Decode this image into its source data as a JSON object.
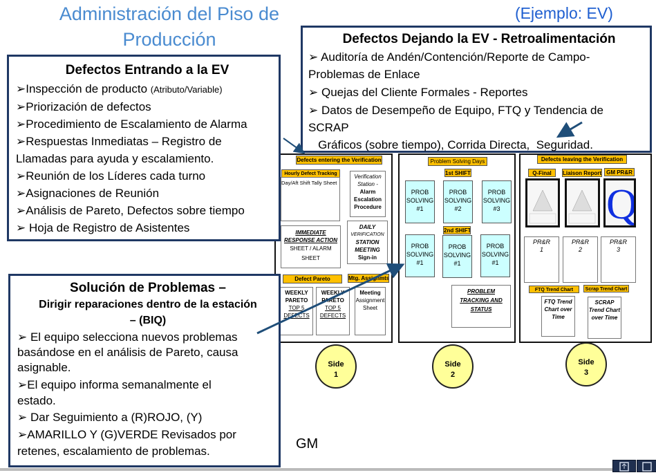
{
  "title_line1": "Administración del Piso de",
  "title_line2": "Producción",
  "example": "(Ejemplo: EV)",
  "leaving_box": {
    "heading": "Defectos Dejando la EV - Retroalimentación",
    "lines": [
      "➢ Auditoría de Andén/Contención/Reporte de Campo-",
      "Problemas de Enlace",
      "➢ Quejas del Cliente Formales - Reportes",
      "➢ Datos de Desempeño de Equipo, FTQ y Tendencia de",
      "SCRAP",
      "   Gráficos (sobre tiempo), Corrida Directa,  Seguridad."
    ]
  },
  "entering_box": {
    "heading": "Defectos Entrando a la EV",
    "line0a": "➢Inspección de producto ",
    "line0b": "(Atributo/Variable)",
    "lines": [
      "➢Priorización de defectos",
      "➢Procedimiento de Escalamiento de Alarma",
      "➢Respuestas Inmediatas – Registro de",
      "Llamadas para ayuda y escalamiento.",
      "➢Reunión de los Líderes cada turno",
      "➢Asignaciones de Reunión",
      "➢Análisis de Pareto,  Defectos sobre tiempo",
      "➢ Hoja de Registro de Asistentes"
    ]
  },
  "problem_box": {
    "heading1": "Solución de Problemas –",
    "heading2": "Dirigir reparaciones dentro de la estación",
    "heading3": "– (BIQ)",
    "lines": [
      "➢ El equipo selecciona nuevos problemas",
      "basándose en el análisis de Pareto, causa",
      "asignable.",
      "➢El equipo informa semanalmente  el",
      "estado.",
      "➢ Dar Seguimiento a (R)ROJO, (Y)",
      "➢AMARILLO Y (G)VERDE Revisados  por",
      "retenes, escalamiento de problemas."
    ]
  },
  "side1": {
    "header": "Defects entering the Verification",
    "hourly": "Hourly Defect Tracking",
    "tally": "Day/Aft Shift Tally Sheet",
    "ver1": "Verification",
    "ver2": "Station -",
    "ver3": "Alarm",
    "ver4": "Escalation",
    "ver5": "Procedure",
    "imm1": "IMMEDIATE",
    "imm2": "RESPONSE ACTION",
    "imm3": "SHEET / ALARM",
    "imm4": "SHEET",
    "daily1": "DAILY",
    "daily2": "VERIFICATION",
    "daily3": "STATION",
    "daily4": "MEETING",
    "daily5": "Sign-in",
    "pareto": "Defect Pareto",
    "mtg": "Mtg. Assignmts.",
    "weekly1": "WEEKLY",
    "weekly2": "PARETO",
    "weekly3": "TOP 5",
    "weekly4": "DEFECTS",
    "meet1": "Meeting",
    "meet2": "Assignment",
    "meet3": "Sheet",
    "circle1": "Side",
    "circle2": "1"
  },
  "side2": {
    "header": "Problem Solving Days",
    "shift1": "1st SHIFT",
    "shift2": "2nd SHIFT",
    "row1": [
      "#1",
      "#2",
      "#3"
    ],
    "row2": [
      "#1",
      "#1",
      "#1"
    ],
    "prob": "PROB",
    "solving": "SOLVING",
    "track1": "PROBLEM",
    "track2": "TRACKING AND",
    "track3": "STATUS",
    "circle1": "Side",
    "circle2": "2"
  },
  "side3": {
    "header": "Defects leaving the Verification",
    "qfinal": "Q-Final",
    "liaison": "Liaison Report",
    "gmprr": "GM PR&R",
    "prr": "PR&R",
    "prr_nums": [
      "1",
      "2",
      "3"
    ],
    "ftq": "FTQ Trend Chart",
    "scrap": "Scrap Trend Chart",
    "ftq1": "FTQ Trend",
    "ftq2": "Chart over",
    "ftq3": "Time",
    "sc1": "SCRAP",
    "sc2": "Trend Chart",
    "sc3": "over Time",
    "circle1": "Side",
    "circle2": "3"
  },
  "gm": "GM"
}
